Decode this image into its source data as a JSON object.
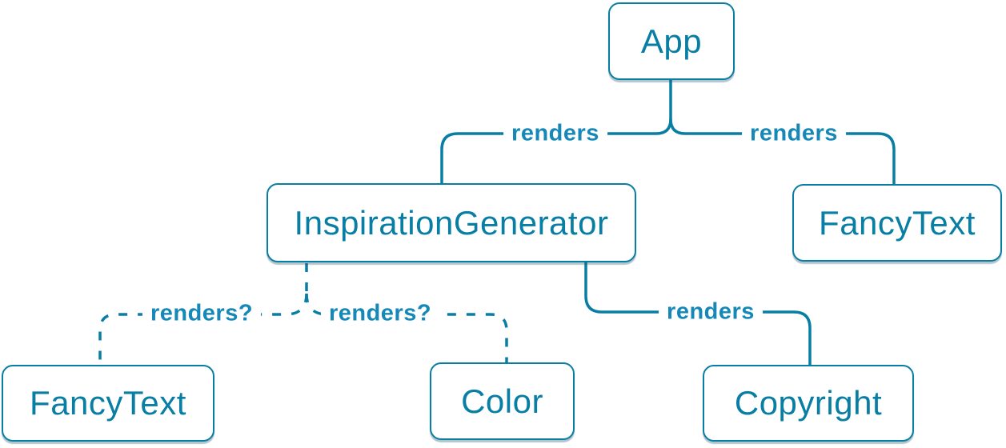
{
  "diagram": {
    "title": "React render tree diagram",
    "colors": {
      "primary": "#087EA4",
      "edge_label": "#1688B8",
      "node_background": "#FFFFFF"
    },
    "nodes": {
      "app": {
        "label": "App"
      },
      "inspiration_generator": {
        "label": "InspirationGenerator"
      },
      "fancy_text_top": {
        "label": "FancyText"
      },
      "fancy_text_bottom": {
        "label": "FancyText"
      },
      "color": {
        "label": "Color"
      },
      "copyright": {
        "label": "Copyright"
      }
    },
    "edges": {
      "app_to_inspiration_generator": {
        "label": "renders",
        "style": "solid"
      },
      "app_to_fancy_text": {
        "label": "renders",
        "style": "solid"
      },
      "inspiration_generator_to_fancy_text": {
        "label": "renders?",
        "style": "dashed"
      },
      "inspiration_generator_to_color": {
        "label": "renders?",
        "style": "dashed"
      },
      "inspiration_generator_to_copyright": {
        "label": "renders",
        "style": "solid"
      }
    }
  }
}
